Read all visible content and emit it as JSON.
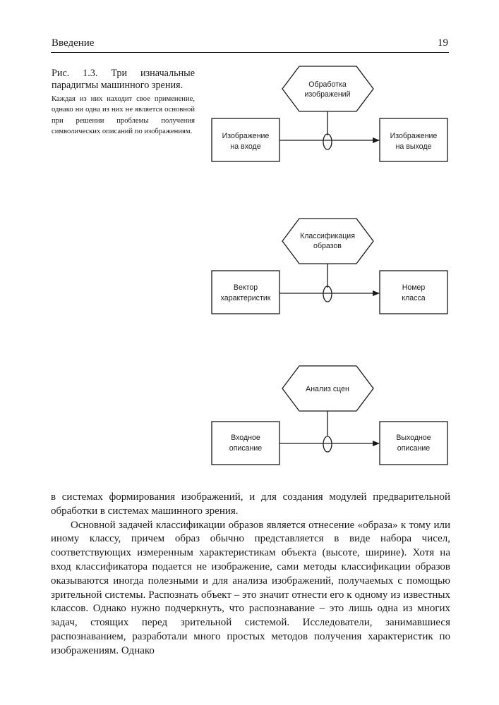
{
  "header": {
    "title": "Введение",
    "page_number": "19"
  },
  "caption": {
    "title": "Рис. 1.3. Три изначальные парадигмы машинного зрения.",
    "body": "Каждая из них находит свое применение, однако ни одна из них не является основной при решении проблемы получения символических описаний по изображениям."
  },
  "diagrams": [
    {
      "process_line1": "Обработка",
      "process_line2": "изображений",
      "input_line1": "Изображение",
      "input_line2": "на входе",
      "output_line1": "Изображение",
      "output_line2": "на выходе"
    },
    {
      "process_line1": "Классификация",
      "process_line2": "образов",
      "input_line1": "Вектор",
      "input_line2": "характеристик",
      "output_line1": "Номер",
      "output_line2": "класса"
    },
    {
      "process_line1": "Анализ сцен",
      "process_line2": "",
      "input_line1": "Входное",
      "input_line2": "описание",
      "output_line1": "Выходное",
      "output_line2": "описание"
    }
  ],
  "body": {
    "paragraph1": "в системах формирования изображений, и для создания модулей предварительной обработки в системах машинного зрения.",
    "paragraph2": "Основной задачей классификации образов является отнесение «образа» к тому или иному классу, причем образ обычно представляется в виде набора чисел, соответствующих измеренным характеристикам объекта (высоте, ширине). Хотя на вход классификатора подается не изображение, сами методы классификации образов оказываются иногда полезными и для анализа изображений, получаемых с помощью зрительной системы. Распознать объект – это значит отнести его к одному из известных классов. Однако нужно подчеркнуть, что распознавание – это лишь одна из многих задач, стоящих перед зрительной системой. Исследователи, занимавшиеся распознаванием, разработали много простых методов получения характеристик по изображениям. Однако"
  }
}
